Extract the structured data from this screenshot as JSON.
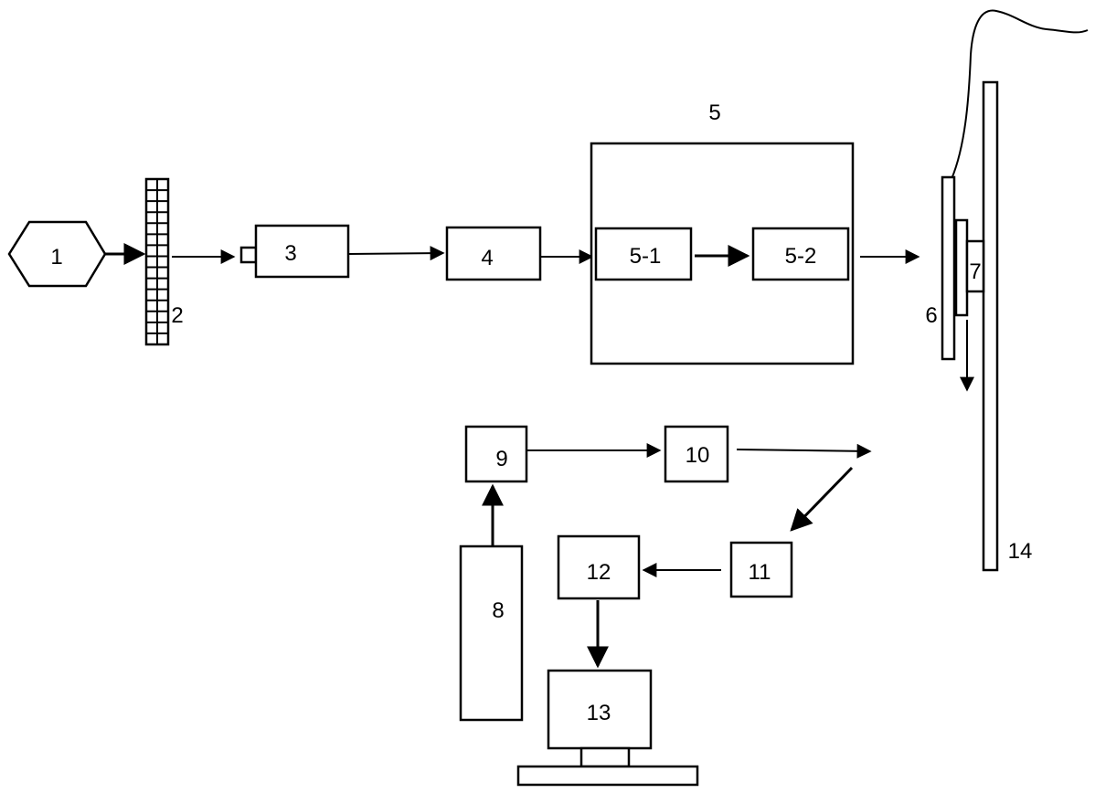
{
  "labels": {
    "c1": "1",
    "c2": "2",
    "c3": "3",
    "c4": "4",
    "c5": "5",
    "c5_1": "5-1",
    "c5_2": "5-2",
    "c6": "6",
    "c7": "7",
    "c8": "8",
    "c9": "9",
    "c10": "10",
    "c11": "11",
    "c12": "12",
    "c13": "13",
    "c14": "14"
  }
}
